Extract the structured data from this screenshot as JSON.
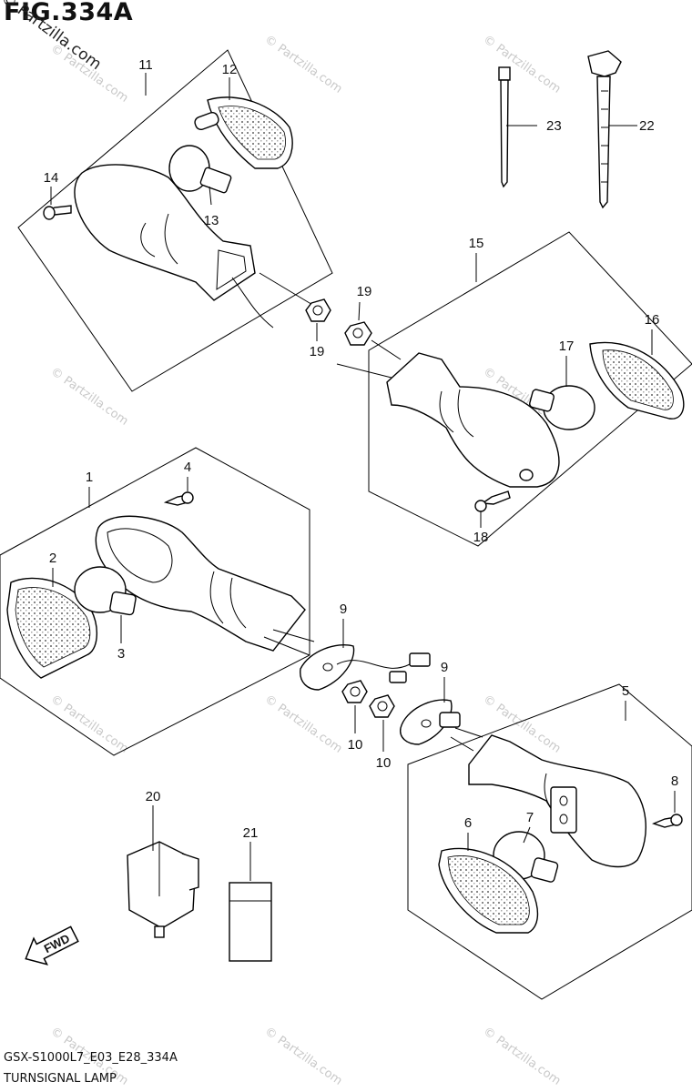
{
  "figure": {
    "title": "FIG.334A"
  },
  "footer": {
    "model_code": "GSX-S1000L7_E03_E28_334A",
    "caption": "TURNSIGNAL LAMP"
  },
  "watermark": {
    "text": "© Partzilla.com"
  },
  "direction_badge": {
    "label": "FWD"
  },
  "callouts": [
    "1",
    "2",
    "3",
    "4",
    "5",
    "6",
    "7",
    "8",
    "9",
    "9",
    "10",
    "10",
    "11",
    "12",
    "13",
    "14",
    "15",
    "16",
    "17",
    "18",
    "19",
    "19",
    "20",
    "21",
    "22",
    "23"
  ]
}
